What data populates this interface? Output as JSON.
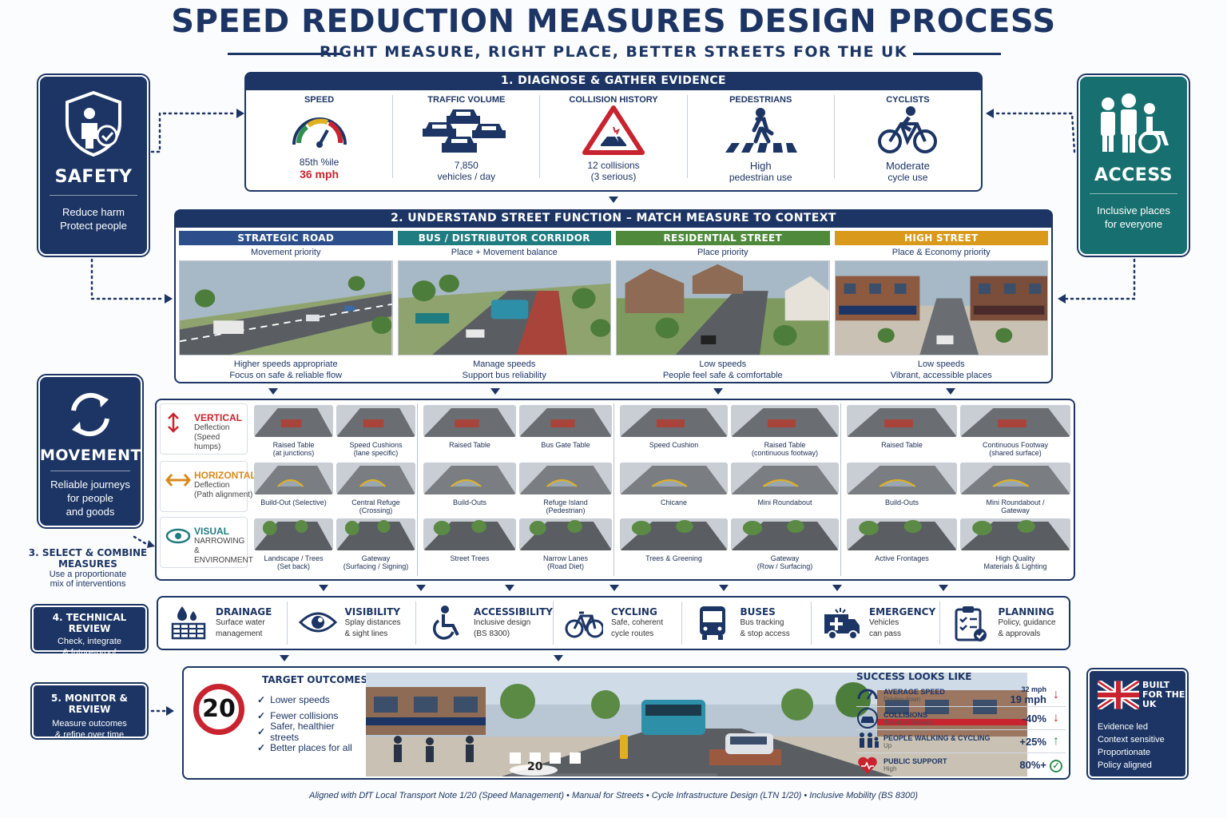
{
  "header": {
    "title": "SPEED REDUCTION MEASURES DESIGN PROCESS",
    "subtitle": "RIGHT MEASURE, RIGHT PLACE, BETTER STREETS FOR THE UK"
  },
  "pillars": {
    "safety": {
      "name": "SAFETY",
      "line1": "Reduce harm",
      "line2": "Protect people"
    },
    "access": {
      "name": "ACCESS",
      "line1": "Inclusive places",
      "line2": "for everyone"
    },
    "movement": {
      "name": "MOVEMENT",
      "line1": "Reliable journeys",
      "line2": "for people",
      "line3": "and goods"
    }
  },
  "step1": {
    "title": "1. DIAGNOSE & GATHER EVIDENCE",
    "metrics": [
      {
        "label": "SPEED",
        "value": "85th %ile",
        "highlight": "36 mph"
      },
      {
        "label": "TRAFFIC VOLUME",
        "value": "7,850",
        "value2": "vehicles / day"
      },
      {
        "label": "COLLISION HISTORY",
        "value": "12 collisions",
        "value2": "(3 serious)"
      },
      {
        "label": "PEDESTRIANS",
        "value": "High",
        "value2": "pedestrian use"
      },
      {
        "label": "CYCLISTS",
        "value": "Moderate",
        "value2": "cycle use"
      }
    ]
  },
  "step2": {
    "title": "2. UNDERSTAND STREET FUNCTION – MATCH MEASURE TO CONTEXT",
    "columns": [
      {
        "name": "STRATEGIC ROAD",
        "priority": "Movement priority",
        "foot1": "Higher speeds appropriate",
        "foot2": "Focus on safe & reliable flow",
        "color": "#2c4f8c"
      },
      {
        "name": "BUS / DISTRIBUTOR CORRIDOR",
        "priority": "Place + Movement balance",
        "foot1": "Manage speeds",
        "foot2": "Support bus reliability",
        "color": "#1f7c80"
      },
      {
        "name": "RESIDENTIAL STREET",
        "priority": "Place priority",
        "foot1": "Low speeds",
        "foot2": "People feel safe & comfortable",
        "color": "#4f8a3c"
      },
      {
        "name": "HIGH STREET",
        "priority": "Place & Economy priority",
        "foot1": "Low speeds",
        "foot2": "Vibrant, accessible places",
        "color": "#d99a1c"
      }
    ]
  },
  "step3": {
    "title1": "3. SELECT & COMBINE",
    "title2": "MEASURES",
    "desc1": "Use a proportionate",
    "desc2": "mix of interventions",
    "types": [
      {
        "title": "VERTICAL",
        "d1": "Deflection",
        "d2": "(Speed humps)",
        "color": "#c8242f"
      },
      {
        "title": "HORIZONTAL",
        "d1": "Deflection",
        "d2": "(Path alignment)",
        "color": "#d98a1c"
      },
      {
        "title": "VISUAL",
        "d1": "NARROWING",
        "d2": "& ENVIRONMENT",
        "color": "#1f7c80"
      }
    ],
    "rows": [
      [
        [
          {
            "l": "Raised Table",
            "s": "(at junctions)"
          },
          {
            "l": "Speed Cushions",
            "s": "(lane specific)"
          }
        ],
        [
          {
            "l": "Raised Table",
            "s": ""
          },
          {
            "l": "Bus Gate Table",
            "s": ""
          }
        ],
        [
          {
            "l": "Speed Cushion",
            "s": ""
          },
          {
            "l": "Raised Table",
            "s": "(continuous footway)"
          }
        ],
        [
          {
            "l": "Raised Table",
            "s": ""
          },
          {
            "l": "Continuous Footway",
            "s": "(shared surface)"
          }
        ]
      ],
      [
        [
          {
            "l": "Build-Out (Selective)",
            "s": ""
          },
          {
            "l": "Central Refuge",
            "s": "(Crossing)"
          }
        ],
        [
          {
            "l": "Build-Outs",
            "s": ""
          },
          {
            "l": "Refuge Island",
            "s": "(Pedestrian)"
          }
        ],
        [
          {
            "l": "Chicane",
            "s": ""
          },
          {
            "l": "Mini Roundabout",
            "s": ""
          }
        ],
        [
          {
            "l": "Build-Outs",
            "s": ""
          },
          {
            "l": "Mini Roundabout /",
            "s": "Gateway"
          }
        ]
      ],
      [
        [
          {
            "l": "Landscape / Trees",
            "s": "(Set back)"
          },
          {
            "l": "Gateway",
            "s": "(Surfacing / Signing)"
          }
        ],
        [
          {
            "l": "Street Trees",
            "s": ""
          },
          {
            "l": "Narrow Lanes",
            "s": "(Road Diet)"
          }
        ],
        [
          {
            "l": "Trees & Greening",
            "s": ""
          },
          {
            "l": "Gateway",
            "s": "(Row / Surfacing)"
          }
        ],
        [
          {
            "l": "Active Frontages",
            "s": ""
          },
          {
            "l": "High Quality",
            "s": "Materials & Lighting"
          }
        ]
      ]
    ]
  },
  "step4": {
    "title": "4. TECHNICAL REVIEW",
    "d1": "Check, integrate",
    "d2": "& future-proof",
    "items": [
      {
        "t": "DRAINAGE",
        "d1": "Surface water",
        "d2": "management",
        "icon": "drainage-icon"
      },
      {
        "t": "VISIBILITY",
        "d1": "Splay distances",
        "d2": "& sight lines",
        "icon": "eye-icon"
      },
      {
        "t": "ACCESSIBILITY",
        "d1": "Inclusive design",
        "d2": "(BS 8300)",
        "icon": "wheelchair-icon"
      },
      {
        "t": "CYCLING",
        "d1": "Safe, coherent",
        "d2": "cycle routes",
        "icon": "bicycle-icon"
      },
      {
        "t": "BUSES",
        "d1": "Bus tracking",
        "d2": "& stop access",
        "icon": "bus-icon"
      },
      {
        "t": "EMERGENCY",
        "d1": "Vehicles",
        "d2": "can pass",
        "icon": "ambulance-icon"
      },
      {
        "t": "PLANNING",
        "d1": "Policy, guidance",
        "d2": "& approvals",
        "icon": "clipboard-icon"
      }
    ]
  },
  "step5": {
    "title": "5. MONITOR & REVIEW",
    "d1": "Measure outcomes",
    "d2": "& refine over time"
  },
  "outcomes": {
    "speed_limit": "20",
    "title": "TARGET OUTCOMES",
    "items": [
      "Lower speeds",
      "Fewer collisions",
      "Safer, healthier streets",
      "Better places for all"
    ],
    "road_marking": "20"
  },
  "success": {
    "title": "SUCCESS LOOKS LIKE",
    "items": [
      {
        "l": "AVERAGE SPEED",
        "s": "Driving down",
        "v1": "32 mph",
        "v2": "19 mph",
        "icon": "speedometer-icon",
        "trend": "down"
      },
      {
        "l": "COLLISIONS",
        "s": "(Killed or Serious)",
        "v1": "",
        "v2": "-40%",
        "icon": "car-icon",
        "trend": "down"
      },
      {
        "l": "PEOPLE WALKING & CYCLING",
        "s": "Up",
        "v1": "",
        "v2": "+25%",
        "icon": "people-icon",
        "trend": "up"
      },
      {
        "l": "PUBLIC SUPPORT",
        "s": "High",
        "v1": "",
        "v2": "80%+",
        "icon": "heart-icon",
        "trend": "check"
      }
    ]
  },
  "uk_box": {
    "t1": "BUILT",
    "t2": "FOR THE",
    "t3": "UK",
    "items": [
      "Evidence led",
      "Context sensitive",
      "Proportionate",
      "Policy aligned"
    ]
  },
  "footer": {
    "text": "Aligned with DfT Local Transport Note 1/20 (Speed Management)   •   Manual for Streets   •   Cycle Infrastructure Design (LTN 1/20)   •   Inclusive Mobility (BS 8300)"
  },
  "colors": {
    "navy": "#1c3564",
    "teal": "#17706f",
    "red": "#c8242f",
    "green": "#2f8f4e"
  }
}
